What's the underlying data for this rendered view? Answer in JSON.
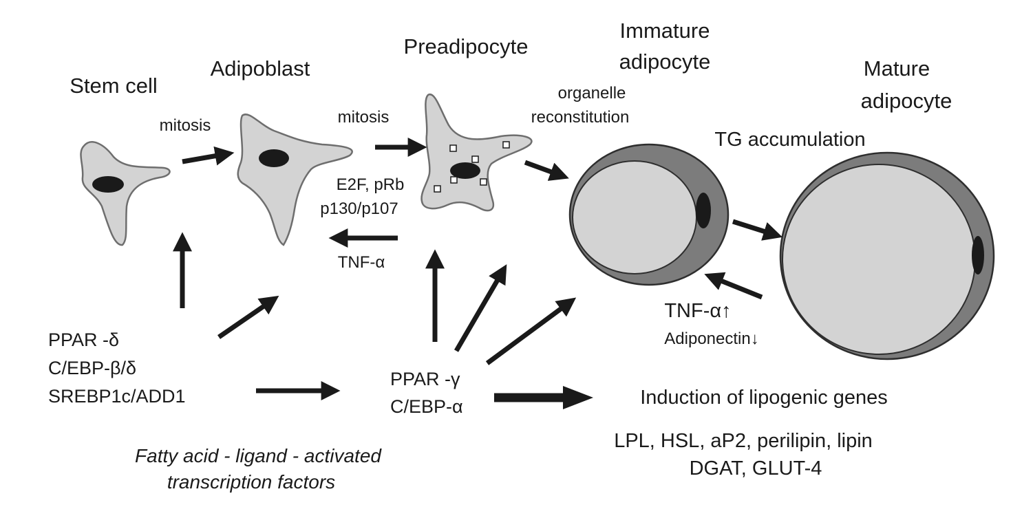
{
  "stages": {
    "stem_cell": "Stem cell",
    "adipoblast": "Adipoblast",
    "preadipocyte": "Preadipocyte",
    "immature_1": "Immature",
    "immature_2": "adipocyte",
    "mature_1": "Mature",
    "mature_2": "adipocyte"
  },
  "processes": {
    "mitosis_1": "mitosis",
    "mitosis_2": "mitosis",
    "organelle_1": "organelle",
    "organelle_2": "reconstitution",
    "tg": "TG accumulation"
  },
  "regulators": {
    "e2f": "E2F,  pRb",
    "p130": "p130/p107",
    "tnf_inhib": "TNF-α",
    "tnf_up": "TNF-α↑",
    "adiponectin": "Adiponectin↓"
  },
  "factors": {
    "ppar_delta": "PPAR -δ",
    "cebp_bd": "C/EBP-β/δ",
    "srebp": "SREBP1c/ADD1",
    "ppar_gamma": "PPAR -γ",
    "cebp_a": "C/EBP-α"
  },
  "induction": "Induction of lipogenic genes",
  "genes_1": "LPL, HSL, aP2, perilipin, lipin",
  "genes_2": "DGAT, GLUT-4",
  "caption_1": "Fatty acid - ligand - activated",
  "caption_2": "transcription factors"
}
